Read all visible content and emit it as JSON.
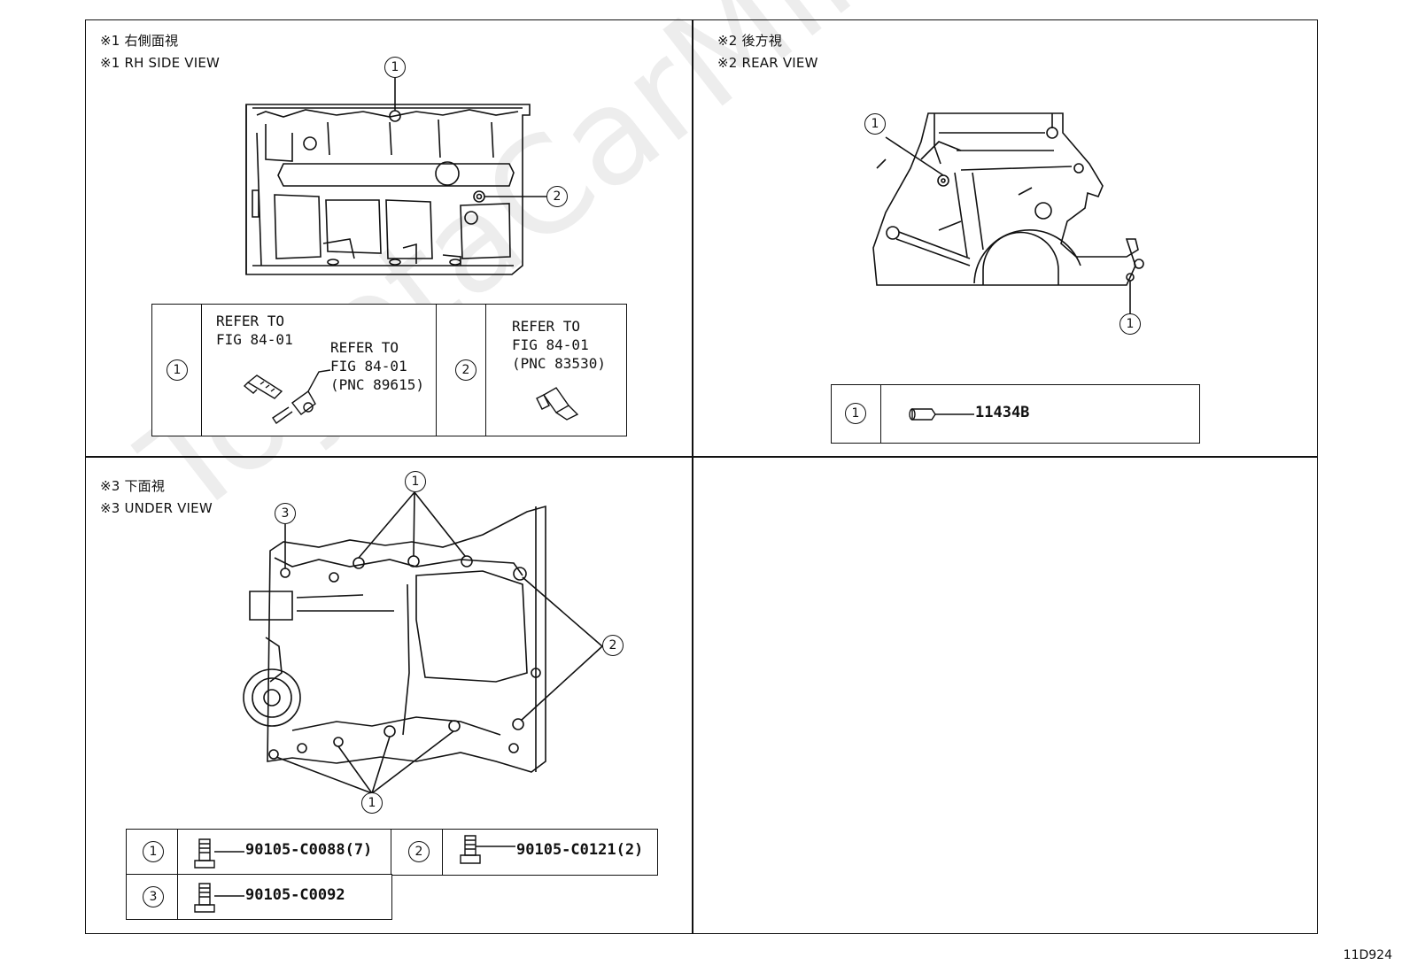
{
  "watermark": "ToyotaCarMine.ru",
  "figure_code": "11D924",
  "views": {
    "rh_side": {
      "caption_jp": "※1 右側面視",
      "caption_en": "※1 RH SIDE VIEW",
      "callouts": [
        "1",
        "2"
      ],
      "table": {
        "row1": {
          "num": "1",
          "refer_a": "REFER TO",
          "refer_a_fig": "FIG 84-01",
          "refer_b": "REFER TO",
          "refer_b_fig": "FIG 84-01",
          "refer_b_pnc": "(PNC 89615)"
        },
        "row2": {
          "num": "2",
          "refer": "REFER TO",
          "refer_fig": "FIG 84-01",
          "refer_pnc": "(PNC 83530)"
        }
      }
    },
    "rear": {
      "caption_jp": "※2 後方視",
      "caption_en": "※2 REAR VIEW",
      "callouts": [
        "1",
        "1"
      ],
      "table": {
        "num": "1",
        "part": "11434B"
      }
    },
    "under": {
      "caption_jp": "※3 下面視",
      "caption_en": "※3 UNDER VIEW",
      "callouts": [
        "1",
        "2",
        "3",
        "1"
      ],
      "table": [
        {
          "num": "1",
          "part": "90105-C0088(7)"
        },
        {
          "num": "2",
          "part": "90105-C0121(2)"
        },
        {
          "num": "3",
          "part": "90105-C0092"
        }
      ]
    }
  }
}
